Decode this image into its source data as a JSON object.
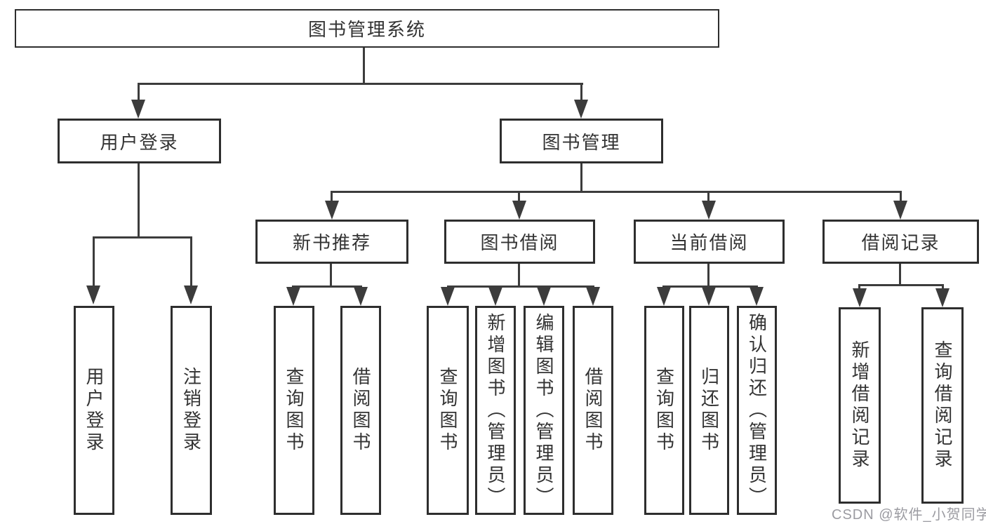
{
  "diagram": {
    "root": {
      "label": "图书管理系统"
    },
    "login": {
      "label": "用户登录",
      "children": [
        {
          "label": "用户登录"
        },
        {
          "label": "注销登录"
        }
      ]
    },
    "manage": {
      "label": "图书管理"
    },
    "sections": [
      {
        "label": "新书推荐",
        "children": [
          {
            "label": "查询图书"
          },
          {
            "label": "借阅图书"
          }
        ]
      },
      {
        "label": "图书借阅",
        "children": [
          {
            "label": "查询图书"
          },
          {
            "label": "新增图书（管理员）"
          },
          {
            "label": "编辑图书（管理员）"
          },
          {
            "label": "借阅图书"
          }
        ]
      },
      {
        "label": "当前借阅",
        "children": [
          {
            "label": "查询图书"
          },
          {
            "label": "归还图书"
          },
          {
            "label": "确认归还（管理员）"
          }
        ]
      },
      {
        "label": "借阅记录",
        "children": [
          {
            "label": "新增借阅记录"
          },
          {
            "label": "查询借阅记录"
          }
        ]
      }
    ]
  },
  "watermark": {
    "text": "CSDN @软件_小贺同学"
  },
  "colors": {
    "line": "#3c3c3c",
    "box_border": "#2e2e2e",
    "box_fill": "#ffffff",
    "text": "#333333",
    "watermark": "#9b9ba1",
    "background": "#ffffff"
  }
}
